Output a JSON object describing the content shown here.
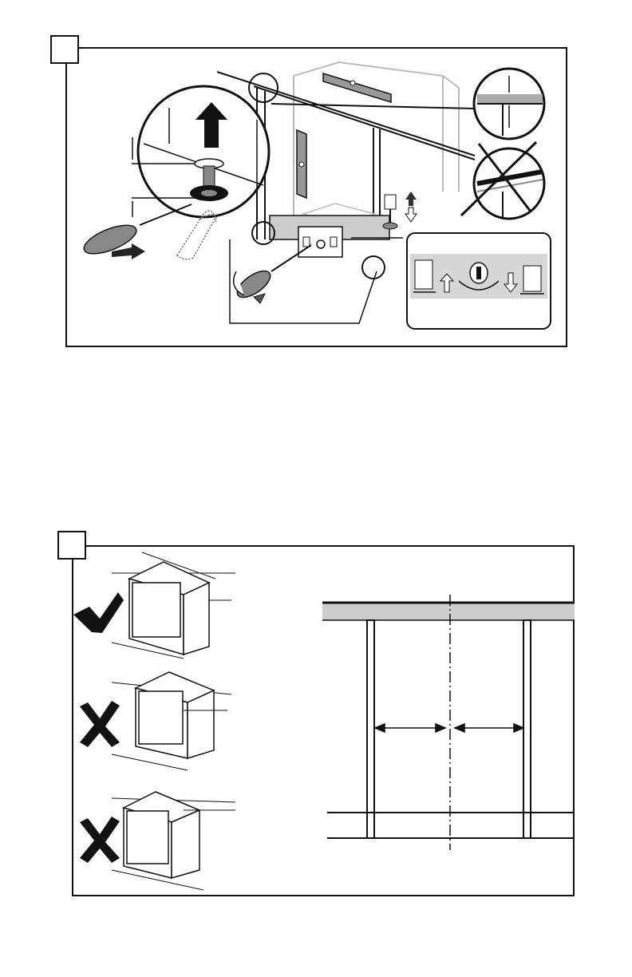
{
  "figure_top": {
    "step_marker": "",
    "icons": [
      "screwdriver-icon",
      "wrench-icon",
      "spirit-level-icon",
      "rotate-arrow-icon",
      "up-arrow-icon",
      "down-arrow-icon"
    ]
  },
  "figure_bottom": {
    "step_marker": "",
    "options": [
      {
        "name": "correct-installation",
        "status_icon": "check-mark-icon"
      },
      {
        "name": "incorrect-installation-protruding",
        "status_icon": "cross-mark-icon"
      },
      {
        "name": "incorrect-installation-recessed",
        "status_icon": "cross-mark-icon"
      }
    ],
    "centering_diagram": {
      "icons": [
        "center-line-icon",
        "equal-distance-arrow-icon"
      ]
    }
  }
}
